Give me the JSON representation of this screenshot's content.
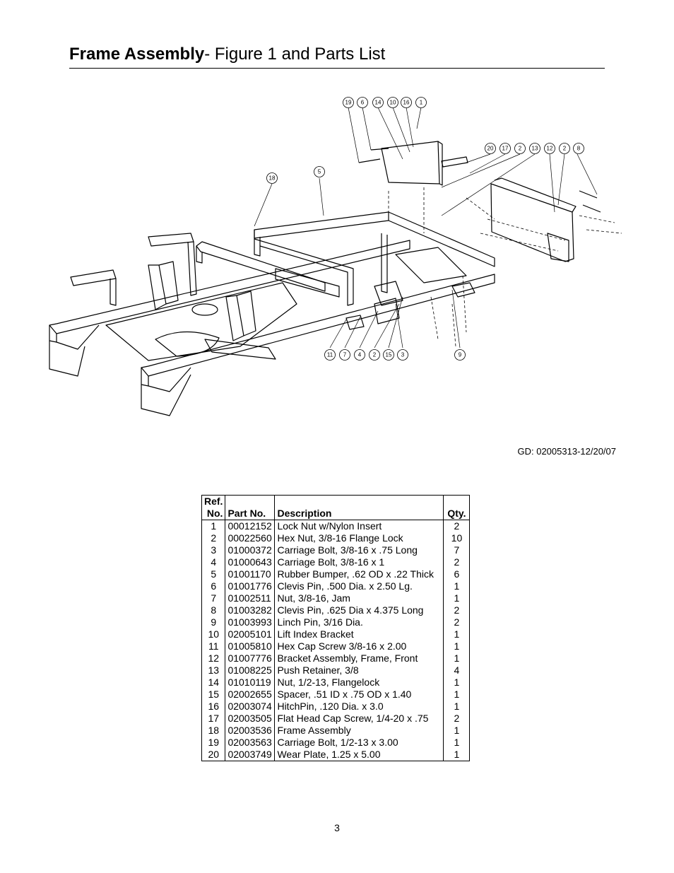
{
  "title": {
    "bold": "Frame Assembly",
    "rest": "- Figure 1 and Parts List"
  },
  "diagram": {
    "callouts_top": [
      "19",
      "6",
      "14",
      "10",
      "16",
      "1"
    ],
    "callouts_right": [
      "20",
      "17",
      "2",
      "13",
      "12",
      "2",
      "8"
    ],
    "callouts_left": [
      "18",
      "5"
    ],
    "callouts_bottom": [
      "11",
      "7",
      "4",
      "2",
      "15",
      "3",
      "9"
    ]
  },
  "drawing_code": "GD: 02005313-12/20/07",
  "table": {
    "headers": {
      "ref_line1": "Ref.",
      "ref_line2": "No.",
      "part": "Part No.",
      "desc": "Description",
      "qty": "Qty."
    },
    "rows": [
      {
        "ref": "1",
        "part": "00012152",
        "desc": "Lock Nut w/Nylon Insert",
        "qty": "2"
      },
      {
        "ref": "2",
        "part": "00022560",
        "desc": "Hex Nut, 3/8-16 Flange Lock",
        "qty": "10"
      },
      {
        "ref": "3",
        "part": "01000372",
        "desc": "Carriage Bolt, 3/8-16 x .75 Long",
        "qty": "7"
      },
      {
        "ref": "4",
        "part": "01000643",
        "desc": "Carriage Bolt, 3/8-16 x 1",
        "qty": "2"
      },
      {
        "ref": "5",
        "part": "01001170",
        "desc": "Rubber Bumper, .62 OD x .22 Thick",
        "qty": "6"
      },
      {
        "ref": "6",
        "part": "01001776",
        "desc": "Clevis Pin, .500 Dia. x 2.50 Lg.",
        "qty": "1"
      },
      {
        "ref": "7",
        "part": "01002511",
        "desc": "Nut, 3/8-16, Jam",
        "qty": "1"
      },
      {
        "ref": "8",
        "part": "01003282",
        "desc": "Clevis Pin, .625 Dia x 4.375 Long",
        "qty": "2"
      },
      {
        "ref": "9",
        "part": "01003993",
        "desc": "Linch Pin, 3/16 Dia.",
        "qty": "2"
      },
      {
        "ref": "10",
        "part": "02005101",
        "desc": "Lift Index Bracket",
        "qty": "1"
      },
      {
        "ref": "11",
        "part": "01005810",
        "desc": "Hex Cap Screw 3/8-16 x 2.00",
        "qty": "1"
      },
      {
        "ref": "12",
        "part": "01007776",
        "desc": "Bracket Assembly, Frame, Front",
        "qty": "1"
      },
      {
        "ref": "13",
        "part": "01008225",
        "desc": "Push Retainer, 3/8",
        "qty": "4"
      },
      {
        "ref": "14",
        "part": "01010119",
        "desc": "Nut, 1/2-13, Flangelock",
        "qty": "1"
      },
      {
        "ref": "15",
        "part": "02002655",
        "desc": "Spacer, .51 ID x .75 OD x 1.40",
        "qty": "1"
      },
      {
        "ref": "16",
        "part": "02003074",
        "desc": "HitchPin, .120 Dia. x 3.0",
        "qty": "1"
      },
      {
        "ref": "17",
        "part": "02003505",
        "desc": "Flat Head Cap Screw, 1/4-20 x .75",
        "qty": "2"
      },
      {
        "ref": "18",
        "part": "02003536",
        "desc": "Frame Assembly",
        "qty": "1"
      },
      {
        "ref": "19",
        "part": "02003563",
        "desc": "Carriage Bolt, 1/2-13 x 3.00",
        "qty": "1"
      },
      {
        "ref": "20",
        "part": "02003749",
        "desc": "Wear Plate, 1.25 x 5.00",
        "qty": "1"
      }
    ]
  },
  "page_number": "3"
}
